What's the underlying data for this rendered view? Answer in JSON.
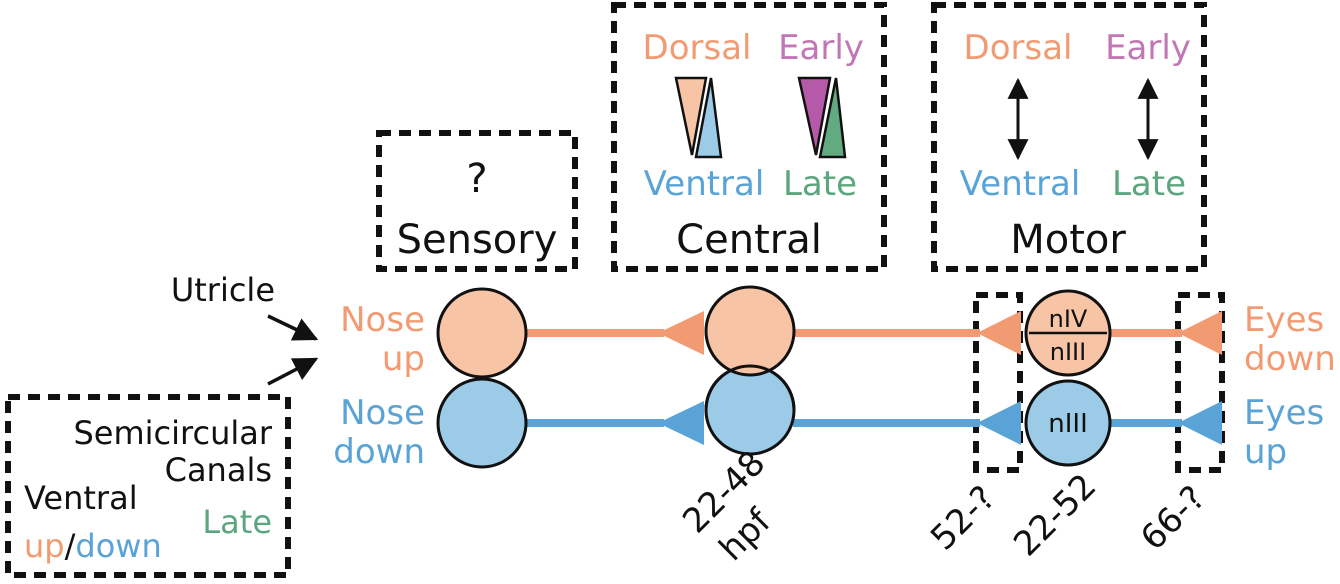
{
  "boxes": {
    "sensory": {
      "question": "?",
      "label": "Sensory"
    },
    "central": {
      "label": "Central",
      "dorsal": "Dorsal",
      "ventral": "Ventral",
      "early": "Early",
      "late": "Late"
    },
    "motor": {
      "label": "Motor",
      "dorsal": "Dorsal",
      "ventral": "Ventral",
      "early": "Early",
      "late": "Late"
    },
    "canals": {
      "line1": "Semicircular",
      "line2": "Canals",
      "ventral": "Ventral",
      "up": "up",
      "slash": "/",
      "down": "down",
      "late": "Late"
    }
  },
  "inputs": {
    "utricle": "Utricle"
  },
  "rows": {
    "top": {
      "left_line1": "Nose",
      "left_line2": "up",
      "right_line1": "Eyes",
      "right_line2": "down",
      "nucleus_top": "nIV",
      "nucleus_bottom": "nIII"
    },
    "bottom": {
      "left_line1": "Nose",
      "left_line2": "down",
      "right_line1": "Eyes",
      "right_line2": "up",
      "nucleus": "nIII"
    }
  },
  "timings": {
    "central_line1": "22-48",
    "central_line2": "hpf",
    "motor_axon": "52-?",
    "motor_soma": "22-52",
    "synapse": "66-?"
  },
  "colors": {
    "orange": "#f29b73",
    "orange_fill": "#f8c4a6",
    "blue": "#5aa3d6",
    "blue_fill": "#9ccbe8",
    "purple": "#c277b5",
    "purple_fill": "#b45aa8",
    "green": "#5ba67e",
    "green_fill": "#62aa80",
    "black": "#111111"
  }
}
